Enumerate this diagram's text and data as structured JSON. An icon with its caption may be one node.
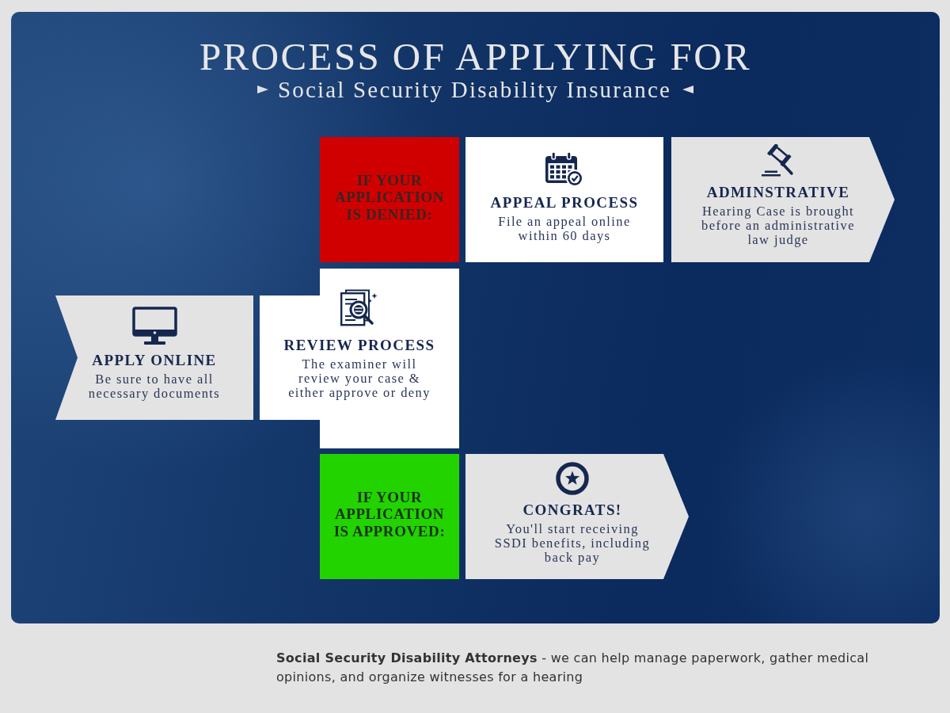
{
  "diagram": {
    "title": "PROCESS OF APPLYING FOR",
    "nodes": [
      {
        "text": [
          "APPLY ONLINE",
          "Be sure to have all necessary documents"
        ]
      },
      {
        "text": [
          "REVIEW PROCESS",
          "The examiner will review your case & either approve or deny"
        ]
      },
      {
        "text": [
          "IF YOUR APPLICATION IS DENIED:"
        ]
      },
      {
        "text": [
          "APPEAL PROCESS",
          "File an appeal online within 60 days"
        ]
      },
      {
        "text": [
          "ADMINSTRATIVE",
          "Hearing Case is brought before an administrative law judge"
        ]
      },
      {
        "text": [
          "IF YOUR APPLICATION IS APPROVED:"
        ]
      },
      {
        "text": [
          "CONGRATS!",
          "You'll start receiving SSDI benefits, including back pay"
        ]
      }
    ],
    "labels": [
      "Social Security Disability Insurance",
      "**Social Security Disability Attorneys** - we can help manage paperwork, gather medical opinions, and organize witnesses for a hearing"
    ]
  }
}
